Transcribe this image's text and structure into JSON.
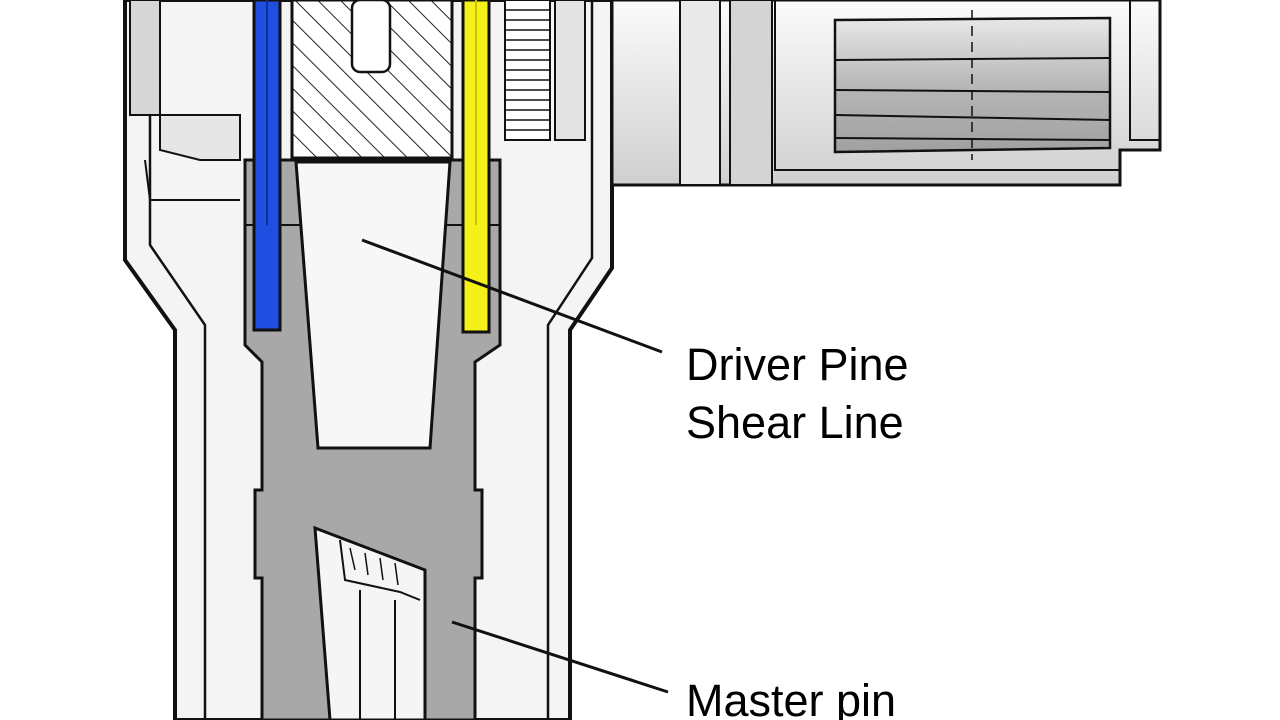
{
  "labels": {
    "driver_pin_line1": "Driver Pine",
    "driver_pin_line2": "Shear Line",
    "master_pin": "Master pin"
  },
  "colors": {
    "background": "#ffffff",
    "outline": "#111111",
    "housing_light": "#f2f2f2",
    "housing_mid": "#d9d9d9",
    "core_gray": "#a6a6a6",
    "blue_pin": "#1f4fe0",
    "yellow_pin": "#f5f017",
    "text": "#000000"
  }
}
